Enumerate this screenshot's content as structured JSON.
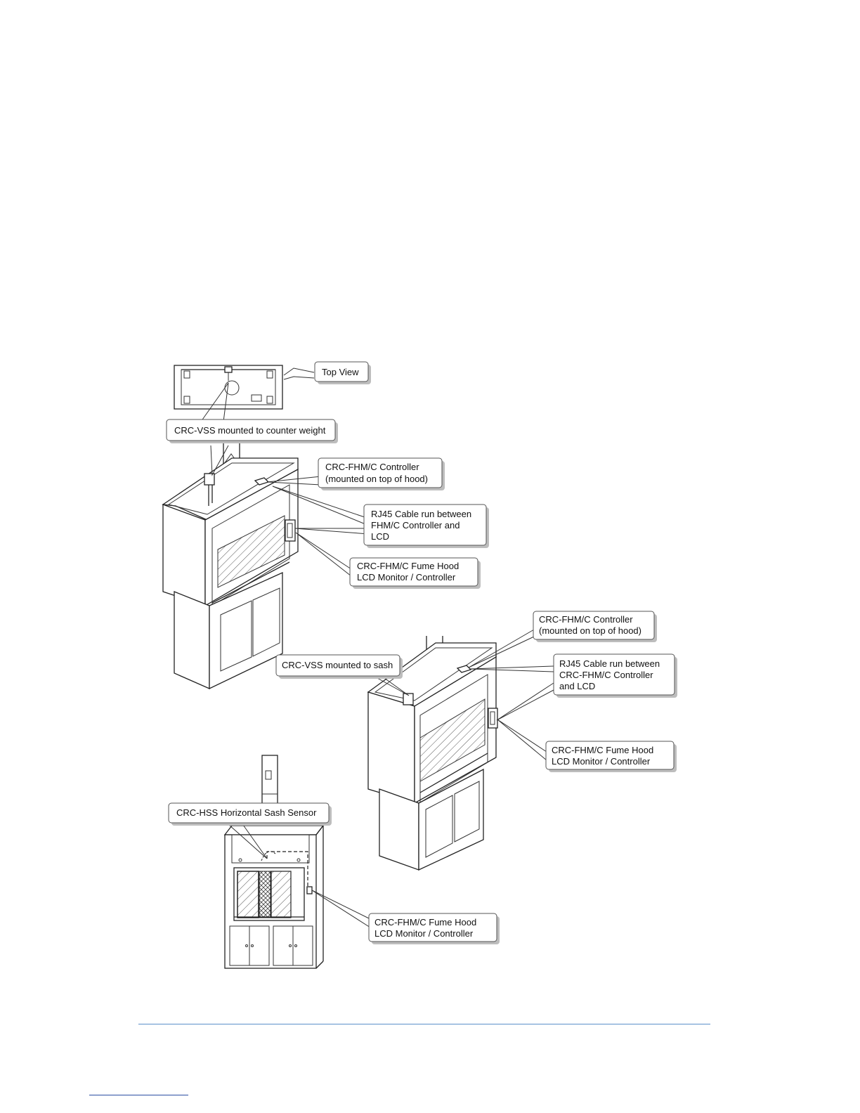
{
  "callouts": {
    "top_view": "Top View",
    "vss_counter_weight": "CRC-VSS mounted to counter weight",
    "controller_1": [
      "CRC-FHM/C Controller",
      "(mounted on top of  hood)"
    ],
    "rj45_1": [
      "RJ45 Cable run between",
      "FHM/C Controller and",
      "LCD"
    ],
    "lcd_1": [
      "CRC-FHM/C Fume Hood",
      "LCD Monitor / Controller"
    ],
    "controller_2": [
      "CRC-FHM/C Controller",
      "(mounted on top of  hood)"
    ],
    "vss_sash": "CRC-VSS mounted to sash",
    "rj45_2": [
      "RJ45 Cable run between",
      "CRC-FHM/C Controller",
      "and LCD"
    ],
    "lcd_2": [
      "CRC-FHM/C Fume Hood",
      "LCD Monitor / Controller"
    ],
    "hss": "CRC-HSS Horizontal Sash Sensor",
    "lcd_3": [
      "CRC-FHM/C Fume Hood",
      "LCD Monitor / Controller"
    ]
  },
  "colors": {
    "footer_rule": "#5b8fc9",
    "link_rule": "#2b4ea3"
  }
}
